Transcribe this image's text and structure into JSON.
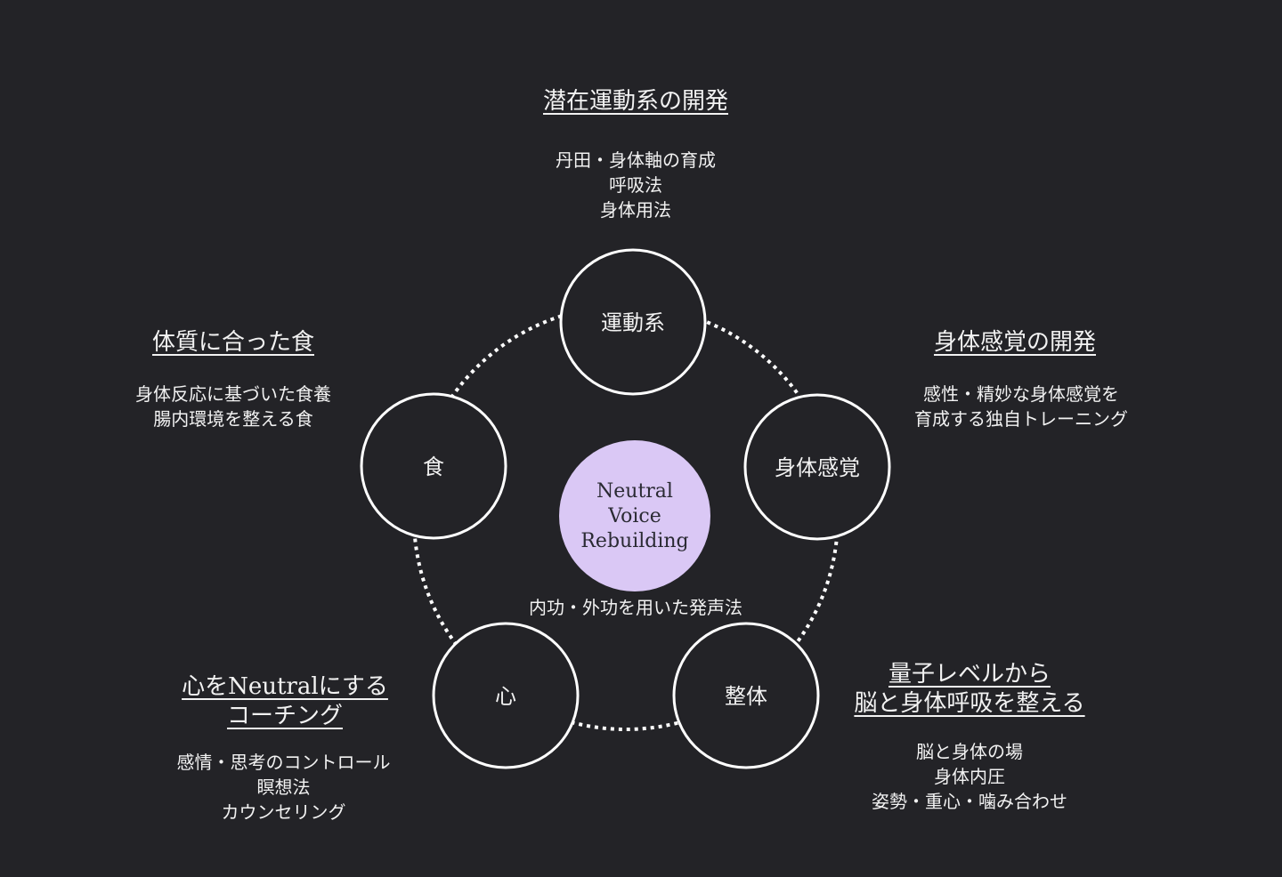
{
  "colors": {
    "background": "#232327",
    "node_stroke": "#ffffff",
    "center_fill": "#dac8f5",
    "center_text": "#2a2a33",
    "text": "#f2f2f2"
  },
  "center": {
    "lines": [
      "Neutral",
      "Voice",
      "Rebuilding"
    ]
  },
  "nodes": {
    "undo": "運動系",
    "shintai": "身体感覚",
    "seitai": "整体",
    "kokoro": "心",
    "shoku": "食"
  },
  "caption": "内功・外功を用いた発声法",
  "sections": {
    "top": {
      "heading": [
        "潜在運動系の開発"
      ],
      "desc": [
        "丹田・身体軸の育成",
        "呼吸法",
        "身体用法"
      ]
    },
    "right": {
      "heading": [
        "身体感覚の開発"
      ],
      "desc": [
        "感性・精妙な身体感覚を",
        "育成する独自トレーニング"
      ]
    },
    "bottom_right": {
      "heading": [
        "量子レベルから",
        "脳と身体呼吸を整える"
      ],
      "desc": [
        "脳と身体の場",
        "身体内圧",
        "姿勢・重心・噛み合わせ"
      ]
    },
    "bottom_left": {
      "heading": [
        "心をNeutralにする",
        "コーチング"
      ],
      "desc": [
        "感情・思考のコントロール",
        "瞑想法",
        "カウンセリング"
      ]
    },
    "left": {
      "heading": [
        "体質に合った食"
      ],
      "desc": [
        "身体反応に基づいた食養",
        "腸内環境を整える食"
      ]
    }
  }
}
